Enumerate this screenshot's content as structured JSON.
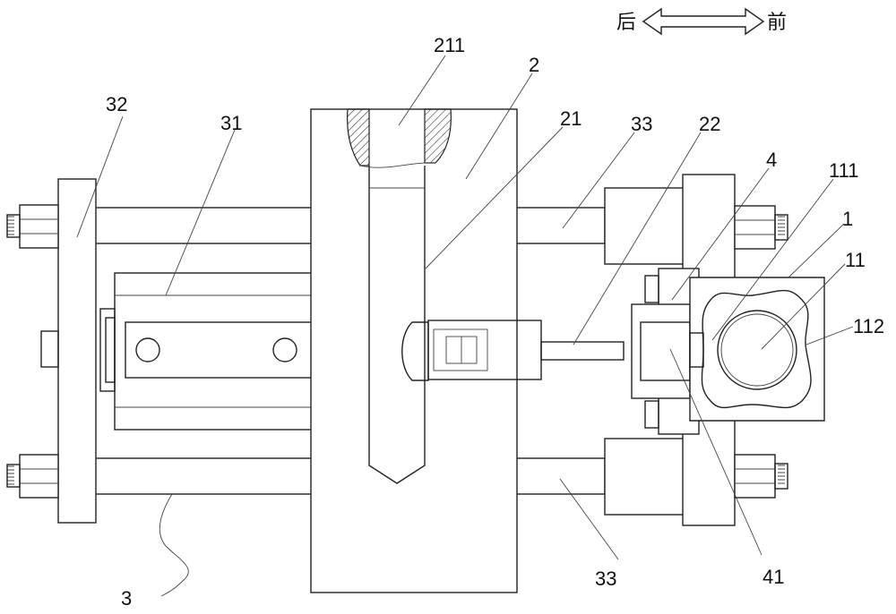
{
  "direction": {
    "back": "后",
    "front": "前"
  },
  "labels": {
    "l211": "211",
    "l2": "2",
    "l21": "21",
    "l33_top": "33",
    "l22": "22",
    "l4": "4",
    "l111": "111",
    "l1": "1",
    "l11": "11",
    "l112": "112",
    "l32": "32",
    "l31": "31",
    "l3": "3",
    "l33_bottom": "33",
    "l41": "41"
  }
}
